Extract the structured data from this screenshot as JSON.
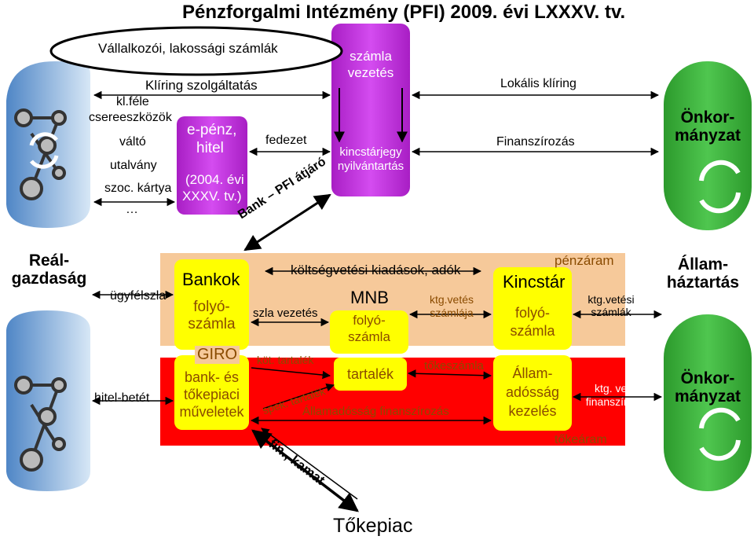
{
  "title": "Pénzforgalmi  Intézmény (PFI)  2009. évi LXXXV. tv.",
  "top_oval": "Vállalkozói, lakossági számlák",
  "kliring_szolg": "Klíring szolgáltatás",
  "left_items": [
    "kl.féle",
    "csereeszközök",
    "váltó",
    "utalvány",
    "szoc. kártya",
    "…"
  ],
  "epenz_box": {
    "line1": "e-pénz,",
    "line2": "hitel",
    "line3": "(2004. évi",
    "line4": "XXXV. tv.)"
  },
  "fedezet": "fedezet",
  "bank_pfi": "Bank – PFI átjáró",
  "center_box": {
    "top1": "számla",
    "top2": "vezetés",
    "mid1": "kincstárjegy",
    "mid2": "nyilvántartás"
  },
  "lokalis": "Lokális klíring",
  "finanszirozas": "Finanszírozás",
  "onkormanyzat": "Önkor-mányzat",
  "realgazdasag": "Reál-gazdaság",
  "ugyfelszla": "ügyfélszla",
  "hitelbetet": "hitel-betét",
  "allamhaztartas": "Állam-háztartás",
  "onkormanyzat_bottom": "Önkor-mányzat",
  "bankok": {
    "title": "Bankok",
    "folyo1": "folyó-",
    "folyo2": "számla",
    "giro": "GIRO",
    "ops1": "bank- és",
    "ops2": "tőkepiaci",
    "ops3": "műveletek"
  },
  "koltsegvetesi": "költségvetési kiadások, adók",
  "szla_vezetes": "szla vezetés",
  "mnb": {
    "title": "MNB",
    "folyo1": "folyó-",
    "folyo2": "számla",
    "tartalek": "tartalék"
  },
  "ktg_szamlaja": {
    "l1": "ktg.vetés",
    "l2": "számlája"
  },
  "kot_tartalek": "köt. tartalék",
  "spek_tartalek": "spek. tartalék",
  "tokeszamla": "tőkeszámla",
  "allamadossag_fin": "Államadósság  finanszírozás",
  "penzaram": "pénzáram",
  "tokearam": "tőkeáram",
  "kincstar": {
    "title": "Kincstár",
    "folyo1": "folyó-",
    "folyo2": "számla",
    "ad1": "Állam-",
    "ad2": "adósság",
    "ad3": "kezelés"
  },
  "ktg_szamlak": {
    "l1": "ktg.vetési",
    "l2": "számlák"
  },
  "ktg_fin": {
    "l1": "ktg. vetés",
    "l2": "finanszírozás"
  },
  "fin_kamat": "fin., kamat",
  "tokepiac": "Tőkepiac",
  "colors": {
    "band_orange": "#f6c99a",
    "band_red": "#ff0000",
    "yellow": "#ffff00",
    "purple": "#c02cdc",
    "green": "#3db33d",
    "left_blue": "#8fb8df"
  }
}
